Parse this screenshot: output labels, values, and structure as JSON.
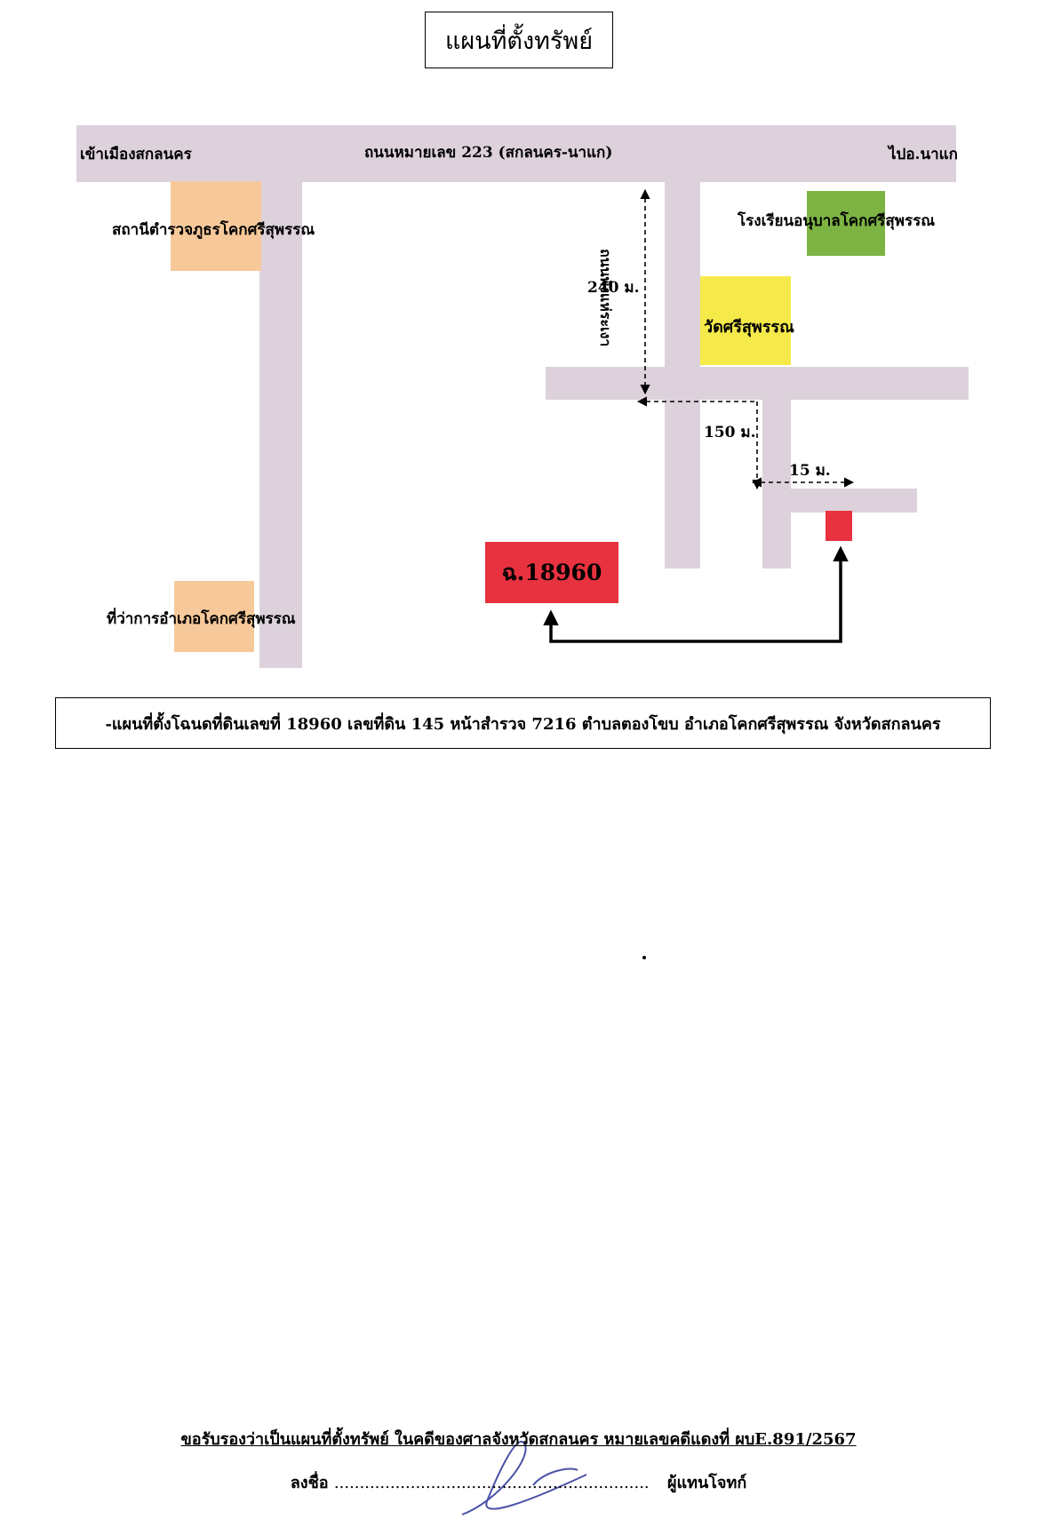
{
  "title": "แผนที่ตั้งทรัพย์",
  "map": {
    "main_road_label": "ถนนหมายเลข 223 (สกลนคร-นาแก)",
    "left_end_label": "เข้าเมืองสกลนคร",
    "right_end_label": "ไปอ.นาแก",
    "side_road_label": "ถนนพังแห่ระเงา",
    "places": {
      "police_station": "สถานีตำรวจภูธรโคกศรีสุพรรณ",
      "school": "โรงเรียนอนุบาลโคกศรีสุพรรณ",
      "temple": "วัดศรีสุพรรณ",
      "district_office": "ที่ว่าการอำเภอโคกศรีสุพรรณ"
    },
    "distances": {
      "d240": "240 ม.",
      "d150": "150 ม.",
      "d15": "15 ม."
    },
    "deed_label": "ฉ.18960",
    "colors": {
      "road": "#ddd2dc",
      "orange": "#f7c99a",
      "green": "#7cb342",
      "yellow": "#f6ea4a",
      "red": "#e8323f"
    }
  },
  "caption": "-แผนที่ตั้งโฉนดที่ดินเลขที่  18960  เลขที่ดิน  145  หน้าสำรวจ  7216  ตำบลตองโขบ  อำเภอโคกศรีสุพรรณ  จังหวัดสกลนคร",
  "certify_text": "ขอรับรองว่าเป็นแผนที่ตั้งทรัพย์  ในคดีของศาลจังหวัดสกลนคร  หมายเลขคดีแดงที่  ผบE.891/2567",
  "signature": {
    "prefix": "ลงชื่อ",
    "dots": "..............................................................",
    "role": "ผู้แทนโจทก์"
  }
}
